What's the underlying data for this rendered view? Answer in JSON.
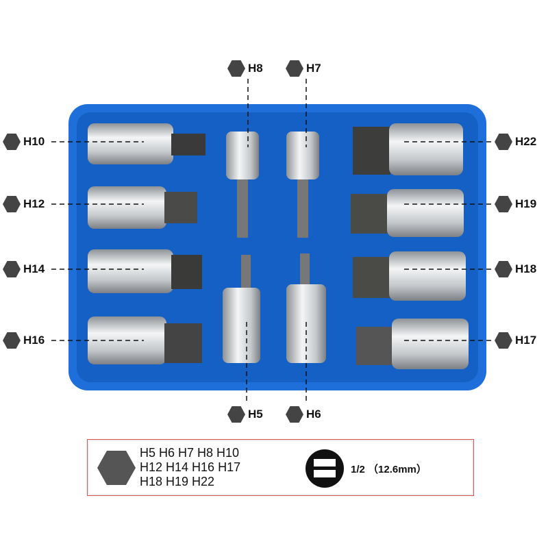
{
  "callouts": {
    "top": [
      "H8",
      "H7"
    ],
    "left": [
      "H10",
      "H12",
      "H14",
      "H16"
    ],
    "right": [
      "H22",
      "H19",
      "H18",
      "H17"
    ],
    "bottom": [
      "H5",
      "H6"
    ]
  },
  "spec": {
    "sizes_line1": "H5 H6 H7 H8 H10",
    "sizes_line2": "H12 H14 H16 H17",
    "sizes_line3": "H18 H19 H22",
    "drive_size": "1/2 （12.6mm）"
  },
  "colors": {
    "tray": "#1e6fd9",
    "hex_icon": "#444444",
    "spec_border": "#d9534f"
  }
}
